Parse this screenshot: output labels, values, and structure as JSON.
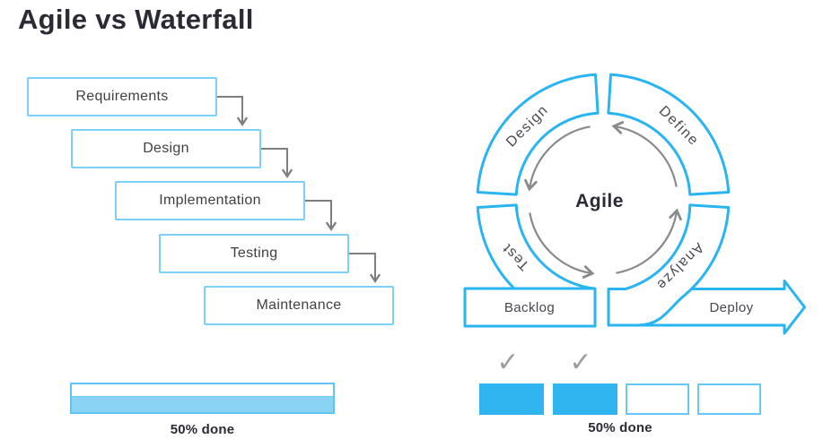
{
  "title": "Agile vs Waterfall",
  "waterfall": {
    "steps": [
      "Requirements",
      "Design",
      "Implementation",
      "Testing",
      "Maintenance"
    ],
    "progress": {
      "label": "50% done",
      "percent": 50
    }
  },
  "agile": {
    "center_label": "Agile",
    "segment_labels": {
      "top_left": "Design",
      "top_right": "Define",
      "bottom_right": "Analyze",
      "bottom_left": "Test"
    },
    "backlog_label": "Backlog",
    "deploy_label": "Deploy",
    "check_icon": "✓",
    "progress": {
      "label": "50% done",
      "done_count": 2,
      "total_count": 4
    }
  },
  "colors": {
    "accent_blue": "#29b4f2",
    "waterfall_border_blue": "#7bd1f8",
    "filled_box_blue": "#31b5f1",
    "progress_fill_blue": "#8ad3f5",
    "text_dark": "#2b2b35",
    "text_gray": "#47474f",
    "arrow_gray": "#7f7f7f"
  }
}
